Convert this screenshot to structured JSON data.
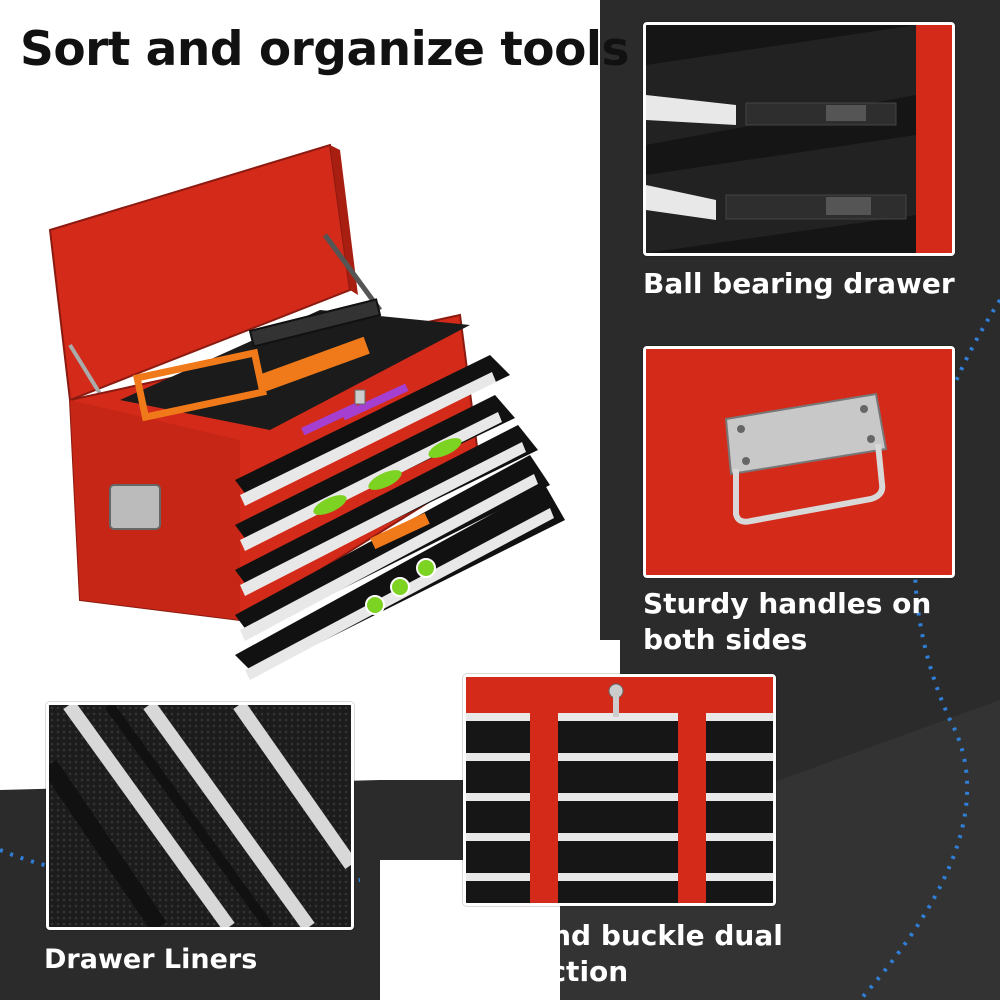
{
  "headline": "Sort and organize tools",
  "features": [
    {
      "caption": "Ball bearing drawer",
      "icon": "ball-bearing-slide"
    },
    {
      "caption_lines": [
        "Sturdy handles on",
        "both sides"
      ],
      "icon": "side-handle"
    },
    {
      "caption": "Drawer Liners",
      "icon": "drawer-liner"
    },
    {
      "caption_lines": [
        "Key and buckle dual",
        "protection"
      ],
      "icon": "lock-buckle"
    }
  ],
  "colors": {
    "toolbox_red": "#d42a1a",
    "dark_background": "#2a2a2a",
    "dotted_line": "#2f7fd6",
    "accent_green": "#7cd322",
    "accent_purple": "#a53fd0",
    "accent_orange": "#f07a1a"
  }
}
